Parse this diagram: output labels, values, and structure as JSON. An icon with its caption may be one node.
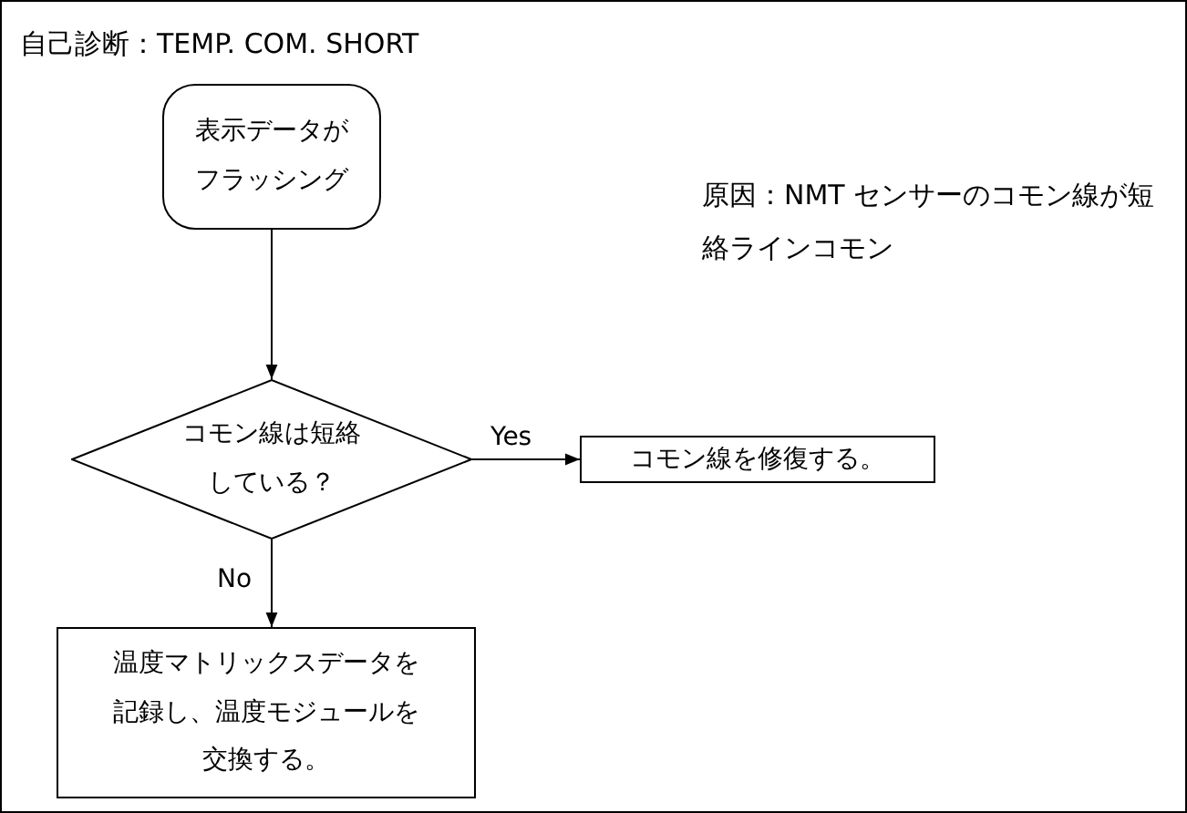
{
  "diagram": {
    "title": "自己診断：TEMP. COM. SHORT",
    "nodes": [
      {
        "text": [
          "表示データがフラッシング"
        ]
      },
      {
        "text": [
          "コモン線は短絡している？"
        ]
      },
      {
        "text": [
          "コモン線を修復する。"
        ]
      },
      {
        "text": [
          "温度マトリックスデータを記録し、温度モジュールを交換する。"
        ]
      }
    ],
    "edges": [
      {
        "from": 0,
        "to": 1,
        "arrow": "to"
      },
      {
        "from": 1,
        "to": 2,
        "arrow": "to",
        "label": "Yes"
      },
      {
        "from": 1,
        "to": 3,
        "arrow": "to",
        "label": "No"
      }
    ],
    "labels": [
      "原因：NMT センサーのコモン線が短絡ラインコモン"
    ]
  }
}
